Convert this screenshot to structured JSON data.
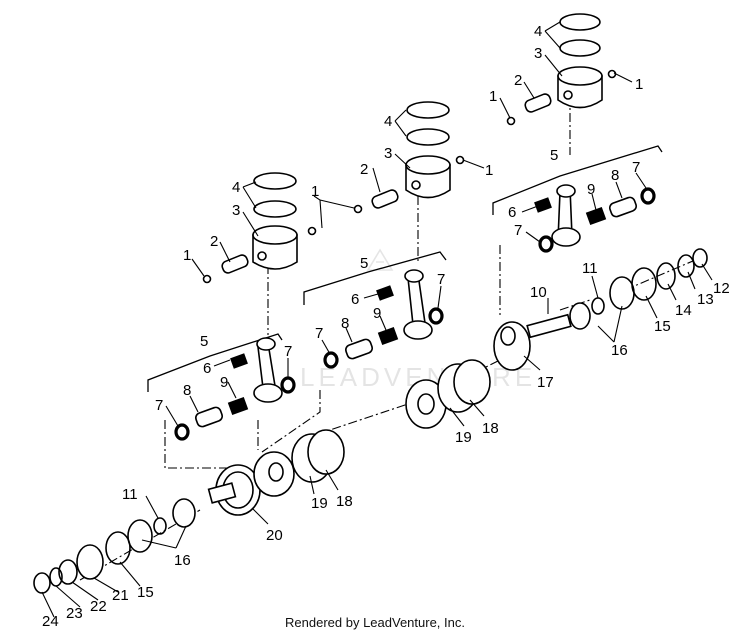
{
  "footer": {
    "credit": "Rendered by LeadVenture, Inc."
  },
  "watermark": {
    "text": "LEADVENTURE"
  },
  "callouts": [
    "1",
    "1",
    "1",
    "1",
    "1",
    "2",
    "2",
    "2",
    "3",
    "3",
    "3",
    "4",
    "4",
    "4",
    "5",
    "5",
    "5",
    "6",
    "6",
    "6",
    "7",
    "7",
    "7",
    "7",
    "7",
    "7",
    "8",
    "8",
    "8",
    "9",
    "9",
    "9",
    "10",
    "11",
    "11",
    "12",
    "13",
    "14",
    "15",
    "15",
    "16",
    "16",
    "17",
    "18",
    "18",
    "19",
    "19",
    "20",
    "21",
    "22",
    "23",
    "24"
  ]
}
